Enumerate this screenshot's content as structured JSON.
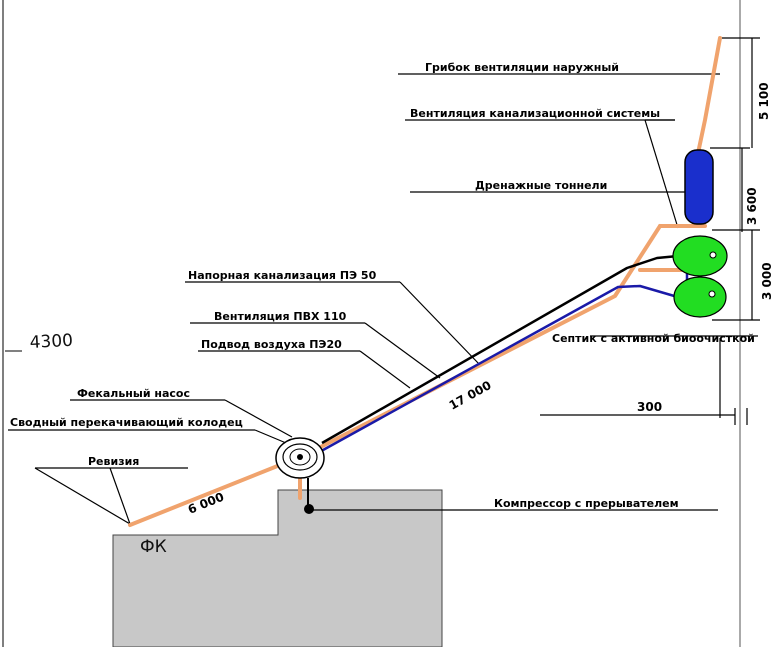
{
  "labels": {
    "mushroom": "Грибок вентиляции наружный",
    "sewer_vent": "Вентиляция канализационной системы",
    "drain_tunnels": "Дренажные тоннели",
    "pressure_sewer": "Напорная канализация ПЭ 50",
    "vent_pvc": "Вентиляция ПВХ 110",
    "air_supply": "Подвод воздуха ПЭ20",
    "fecal_pump": "Фекальный насос",
    "collector_well": "Сводный перекачивающий колодец",
    "revision": "Ревизия",
    "septic": "Септик с активной биоочисткой",
    "compressor": "Компрессор с прерывателем"
  },
  "dimensions": {
    "d_5100": "5 100",
    "d_3600": "3 600",
    "d_3000": "3 000",
    "d_300": "300",
    "d_17000": "17 000",
    "d_6000": "6 000"
  },
  "handwritten": {
    "note": "4300",
    "fk": "ФК"
  },
  "colors": {
    "vent_pipe": "#f0a36d",
    "pressure_pipe": "#000000",
    "air_pipe": "#1a1aa8",
    "septic": "#22dd22",
    "tunnel": "#1a2fcc",
    "house": "#c8c8c8"
  }
}
